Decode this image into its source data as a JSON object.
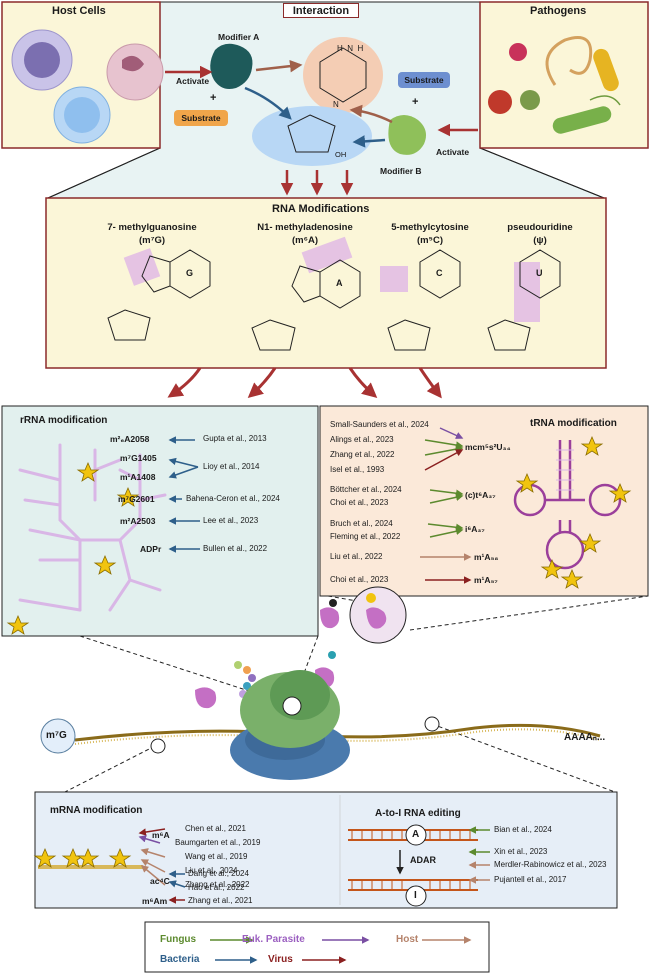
{
  "top": {
    "host_cells_title": "Host Cells",
    "interaction_title": "Interaction",
    "pathogens_title": "Pathogens",
    "modifier_a": "Modifier A",
    "modifier_b": "Modifier B",
    "activate_left": "Activate",
    "activate_right": "Activate",
    "plus_left": "+",
    "plus_right": "+",
    "substrate_left": "Substrate",
    "substrate_right": "Substrate"
  },
  "rna_mods": {
    "title": "RNA Modifications",
    "items": [
      {
        "name": "7- methylguanosine",
        "abbr": "(m⁷G)",
        "base": "G"
      },
      {
        "name": "N1- methyladenosine",
        "abbr": "(m⁶A)",
        "base": "A"
      },
      {
        "name": "5-methylcytosine",
        "abbr": "(m⁵C)",
        "base": "C"
      },
      {
        "name": "pseudouridine",
        "abbr": "(ψ)",
        "base": "U"
      }
    ]
  },
  "rrna": {
    "title": "rRNA modification",
    "rows": [
      {
        "mod": "m²₆A2058",
        "ref": "Gupta et al., 2013",
        "color": "#2e5f8a"
      },
      {
        "mod": "m⁷G1405",
        "ref": "",
        "color": "#2e5f8a"
      },
      {
        "mod": "m¹A1408",
        "ref": "Lioy et al., 2014",
        "color": "#2e5f8a"
      },
      {
        "mod": "m⁷G2601",
        "ref": "Bahena-Ceron et al., 2024",
        "color": "#2e5f8a"
      },
      {
        "mod": "m²A2503",
        "ref": "Lee et al., 2023",
        "color": "#2e5f8a"
      },
      {
        "mod": "ADPr",
        "ref": "Bullen et al., 2022",
        "color": "#2e5f8a"
      }
    ]
  },
  "trna": {
    "title": "tRNA modification",
    "refs": [
      "Small-Saunders et al., 2024",
      "Alings et al., 2023",
      "Zhang et al., 2022",
      "Isel et al., 1993",
      "Böttcher et al., 2024",
      "Choi et al., 2023",
      "Bruch et al., 2024",
      "Fleming et al., 2022",
      "Liu et al., 2022",
      "Choi et al., 2023"
    ],
    "mods": [
      "mcm⁵s²U₃₄",
      "(c)t⁶A₃₇",
      "i⁶A₃₇",
      "m¹A₅₈",
      "m¹A₅₇"
    ]
  },
  "mrna_line": {
    "cap": "m⁷G",
    "tail": "AAAAₙ..."
  },
  "mrna": {
    "title": "mRNA modification",
    "refs": [
      "Chen et al., 2021",
      "Baumgarten et al., 2019",
      "Wang et al., 2019",
      "Liu et al., 2024",
      "Zhang et al., 2022",
      "Dang et al., 2024",
      "Hao et al., 2022",
      "Zhang et al., 2021"
    ],
    "mods": [
      "m⁶A",
      "ac⁴C",
      "m⁶Am"
    ]
  },
  "editing": {
    "title": "A-to-I RNA editing",
    "enzyme": "ADAR",
    "a": "A",
    "i": "I",
    "refs": [
      "Bian et al., 2024",
      "Xin et al., 2023",
      "Merdler-Rabinowicz et al., 2023",
      "Pujantell et al., 2017"
    ]
  },
  "legend": {
    "fungus": "Fungus",
    "parasite": "Euk. Parasite",
    "host": "Host",
    "bacteria": "Bacteria",
    "virus": "Virus"
  },
  "colors": {
    "fungus": "#5c8a2e",
    "parasite": "#7a4fa3",
    "host": "#b5836b",
    "bacteria": "#2e5f8a",
    "virus": "#8b2020",
    "border": "#8b2a2a"
  }
}
